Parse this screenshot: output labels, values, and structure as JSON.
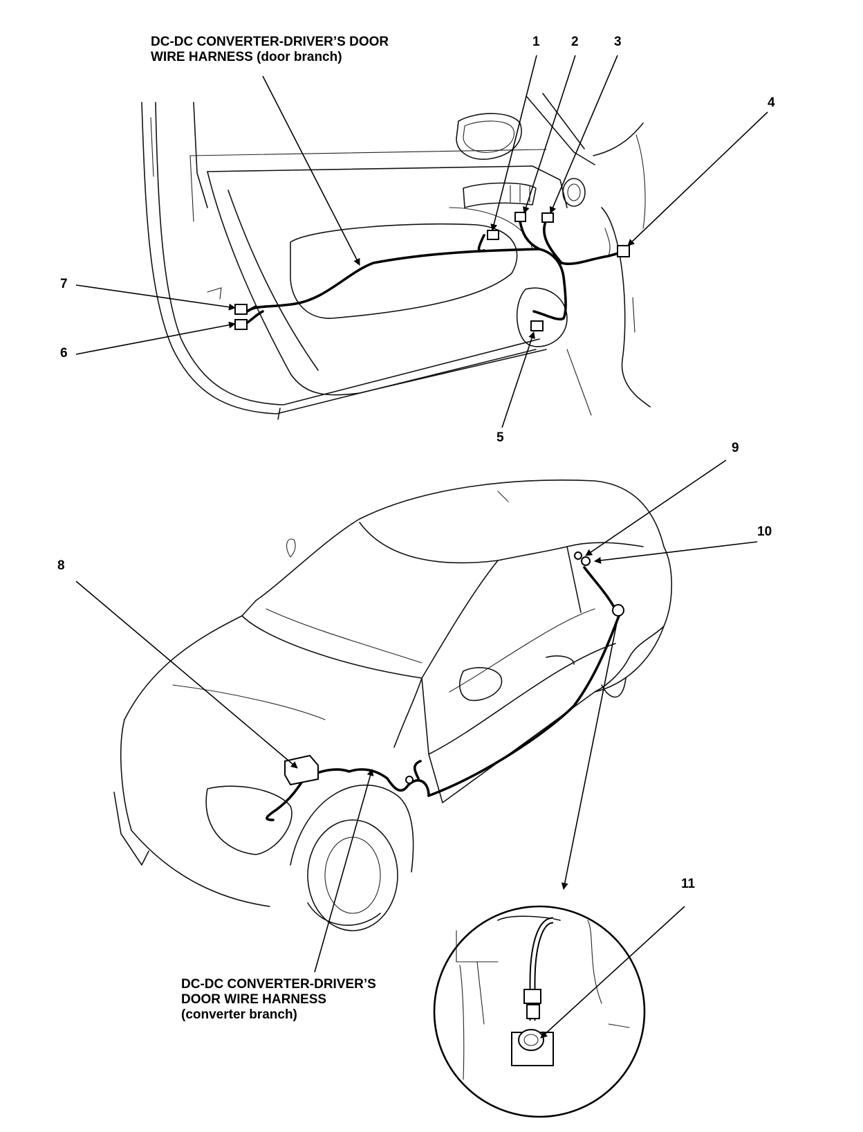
{
  "labels": {
    "door_branch": [
      "DC-DC CONVERTER-DRIVER’S DOOR",
      "WIRE HARNESS (door branch)"
    ],
    "converter_branch": [
      "DC-DC CONVERTER-DRIVER’S",
      "DOOR WIRE HARNESS",
      "(converter branch)"
    ]
  },
  "callouts": [
    "1",
    "2",
    "3",
    "4",
    "5",
    "6",
    "7",
    "8",
    "9",
    "10",
    "11"
  ]
}
